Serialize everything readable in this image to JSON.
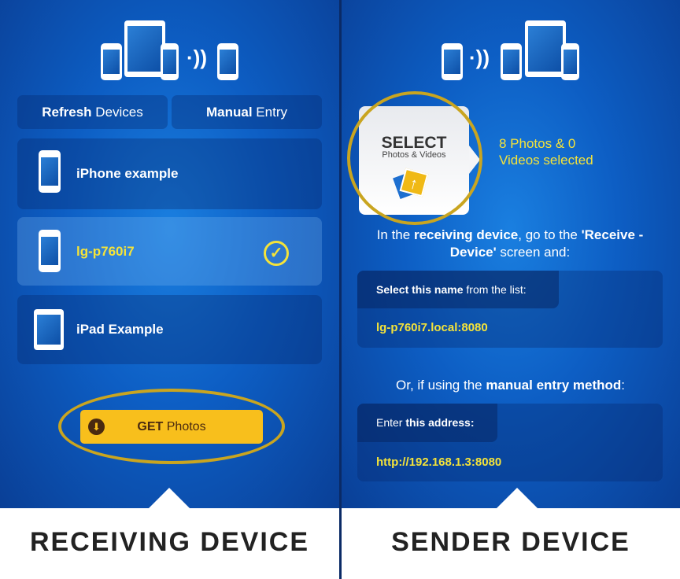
{
  "receiving": {
    "refresh_bold": "Refresh",
    "refresh_rest": " Devices",
    "manual_bold": "Manual",
    "manual_rest": " Entry",
    "devices": [
      {
        "name": "iPhone example"
      },
      {
        "name": "lg-p760i7"
      },
      {
        "name": "iPad Example"
      }
    ],
    "get_bold": "GET",
    "get_rest": " Photos",
    "footer": "RECEIVING DEVICE"
  },
  "sender": {
    "select_title": "SELECT",
    "select_sub": "Photos & Videos",
    "selection_status": "8 Photos & 0 Videos selected",
    "instr": {
      "p1": "In the ",
      "b1": "receiving device",
      "p2": ", go to the ",
      "b2": "'Receive - Device'",
      "p3": " screen and:"
    },
    "box1": {
      "bold": "Select this name",
      "rest": " from the list:",
      "value": "lg-p760i7.local:8080"
    },
    "or": {
      "p1": "Or, if using the ",
      "b1": "manual entry method",
      "p2": ":"
    },
    "box2": {
      "p1": "Enter ",
      "bold": "this address:",
      "value": "http://192.168.1.3:8080"
    },
    "footer": "SENDER DEVICE"
  },
  "colors": {
    "accent": "#f8bf1c",
    "highlight": "#f4e33a",
    "ring": "#c9a520"
  }
}
